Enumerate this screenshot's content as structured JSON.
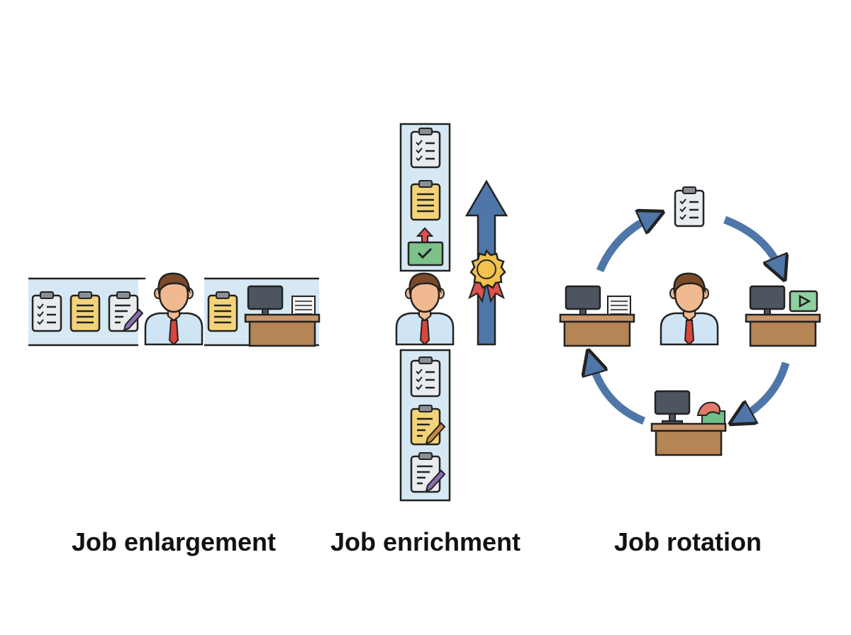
{
  "labels": {
    "enlargement": "Job enlargement",
    "enrichment": "Job enrichment",
    "rotation": "Job rotation"
  },
  "colors": {
    "outline": "#222222",
    "panel": "#d6e8f3",
    "panel_line": "#222222",
    "paper_grey": "#e9ecef",
    "paper_yellow": "#f3d37a",
    "clip": "#8a8f96",
    "skin": "#f1b98f",
    "hair": "#7a4a2a",
    "shirt": "#cfe5f5",
    "tie": "#d8463c",
    "desk_top": "#c8966a",
    "desk_body": "#b58556",
    "monitor": "#4d5560",
    "arrow_blue": "#4f76a8",
    "badge_gold": "#f2c14e",
    "ribbon_red": "#d9534f",
    "green_box": "#7cc28a",
    "check": "#2e7d32",
    "up_red": "#d9534f",
    "video_green": "#8fd19e",
    "plant_red": "#e07a6b",
    "plant_green": "#6fbf8a"
  },
  "icons": {
    "checklist": "checklist-icon",
    "document": "document-icon",
    "edit": "edit-document-icon",
    "person": "employee-icon",
    "desk": "desk-workstation-icon",
    "upload": "upload-approval-icon",
    "award": "award-ribbon-icon",
    "video": "video-player-icon"
  }
}
